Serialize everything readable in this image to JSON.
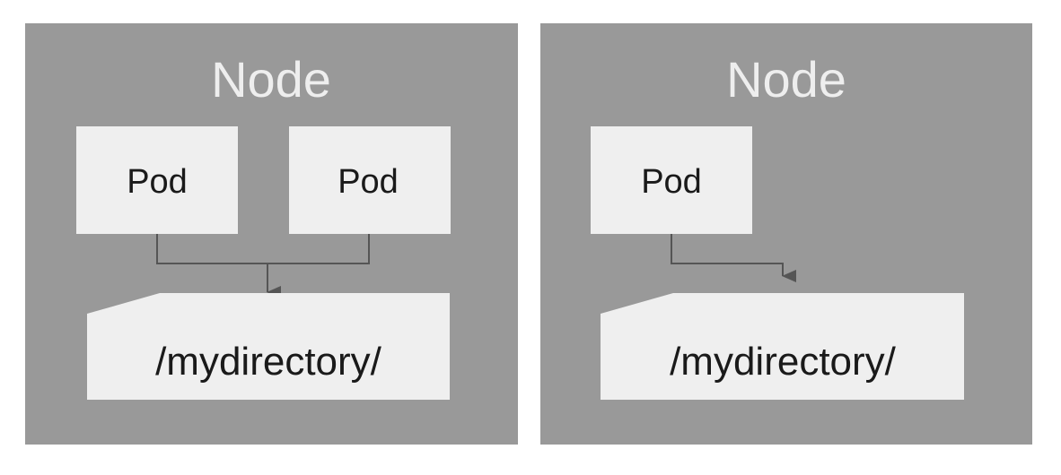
{
  "colors": {
    "background": "#ffffff",
    "node_fill": "#999999",
    "box_fill": "#efefef",
    "connector": "#555555",
    "title_text": "#eeeeee",
    "label_text": "#1a1a1a"
  },
  "nodes": [
    {
      "title": "Node",
      "pods": [
        {
          "label": "Pod"
        },
        {
          "label": "Pod"
        }
      ],
      "volume": {
        "label": "/mydirectory/"
      }
    },
    {
      "title": "Node",
      "pods": [
        {
          "label": "Pod"
        }
      ],
      "volume": {
        "label": "/mydirectory/"
      }
    }
  ]
}
